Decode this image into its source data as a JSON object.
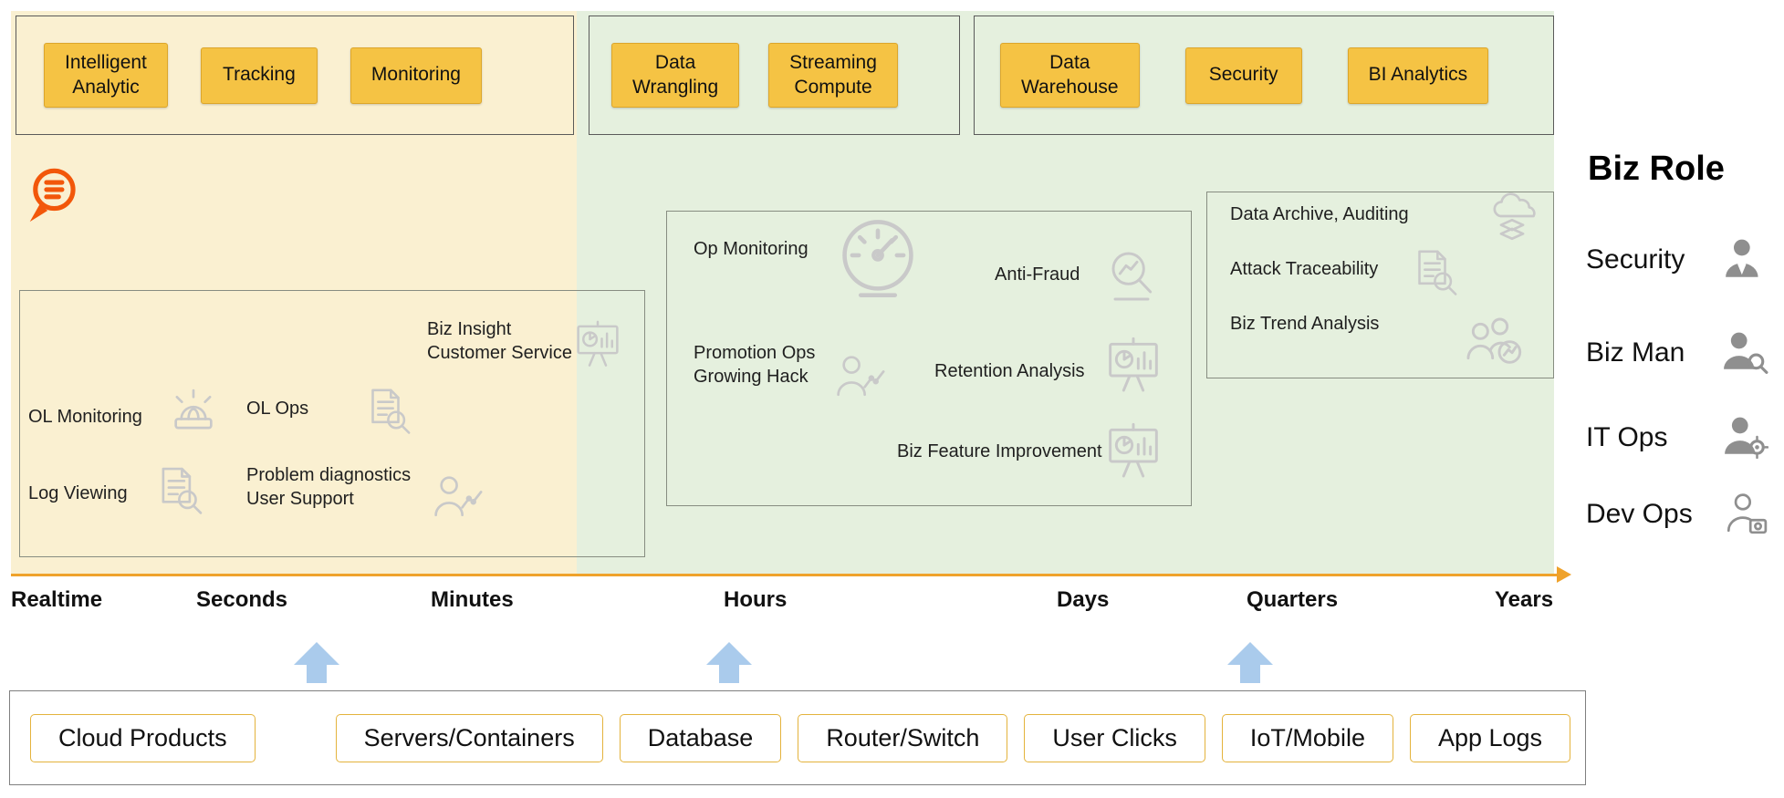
{
  "top_groups": {
    "realtime_tools": [
      "Intelligent\nAnalytic",
      "Tracking",
      "Monitoring"
    ],
    "stream_tools": [
      "Data\nWrangling",
      "Streaming\nCompute"
    ],
    "batch_tools": [
      "Data\nWarehouse",
      "Security",
      "BI Analytics"
    ]
  },
  "left_box": {
    "biz_insight": "Biz Insight\nCustomer Service",
    "ol_monitoring": "OL Monitoring",
    "ol_ops": "OL Ops",
    "log_viewing": "Log Viewing",
    "problem_diagnostics": "Problem diagnostics\nUser Support"
  },
  "mid_box": {
    "op_monitoring": "Op Monitoring",
    "anti_fraud": "Anti-Fraud",
    "promotion_ops": "Promotion Ops\nGrowing Hack",
    "retention_analysis": "Retention Analysis",
    "biz_feature": "Biz Feature Improvement"
  },
  "right_box": {
    "data_archive": "Data Archive, Auditing",
    "attack_traceability": "Attack Traceability",
    "biz_trend": "Biz Trend Analysis"
  },
  "timeline": {
    "labels": [
      "Realtime",
      "Seconds",
      "Minutes",
      "Hours",
      "Days",
      "Quarters",
      "Years"
    ]
  },
  "roles": {
    "title": "Biz Role",
    "items": [
      "Security",
      "Biz Man",
      "IT Ops",
      "Dev Ops"
    ]
  },
  "sources": [
    "Cloud Products",
    "Servers/Containers",
    "Database",
    "Router/Switch",
    "User Clicks",
    "IoT/Mobile",
    "App Logs"
  ],
  "colors": {
    "yellow_bg": "#FAF0D1",
    "green_bg": "#E5F0DE",
    "chip_yellow": "#F5C344",
    "timeline_orange": "#EFA22B",
    "arrow_blue": "#AACBEC",
    "icon_gray": "#C9C9C9"
  }
}
